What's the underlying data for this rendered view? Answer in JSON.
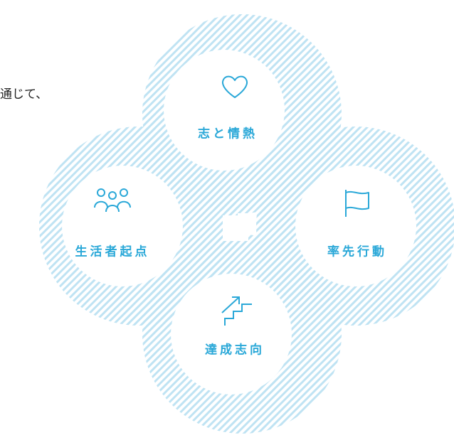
{
  "intro_text_fragment": "通じて、",
  "accent_color": "#2aa8d8",
  "stripe_color": "#bfe3f3",
  "nodes": {
    "top": {
      "label": "志と情熱",
      "icon": "heart-icon"
    },
    "left": {
      "label": "生活者起点",
      "icon": "people-icon"
    },
    "right": {
      "label": "率先行動",
      "icon": "flag-icon"
    },
    "bottom": {
      "label": "達成志向",
      "icon": "stairs-arrow-icon"
    }
  }
}
